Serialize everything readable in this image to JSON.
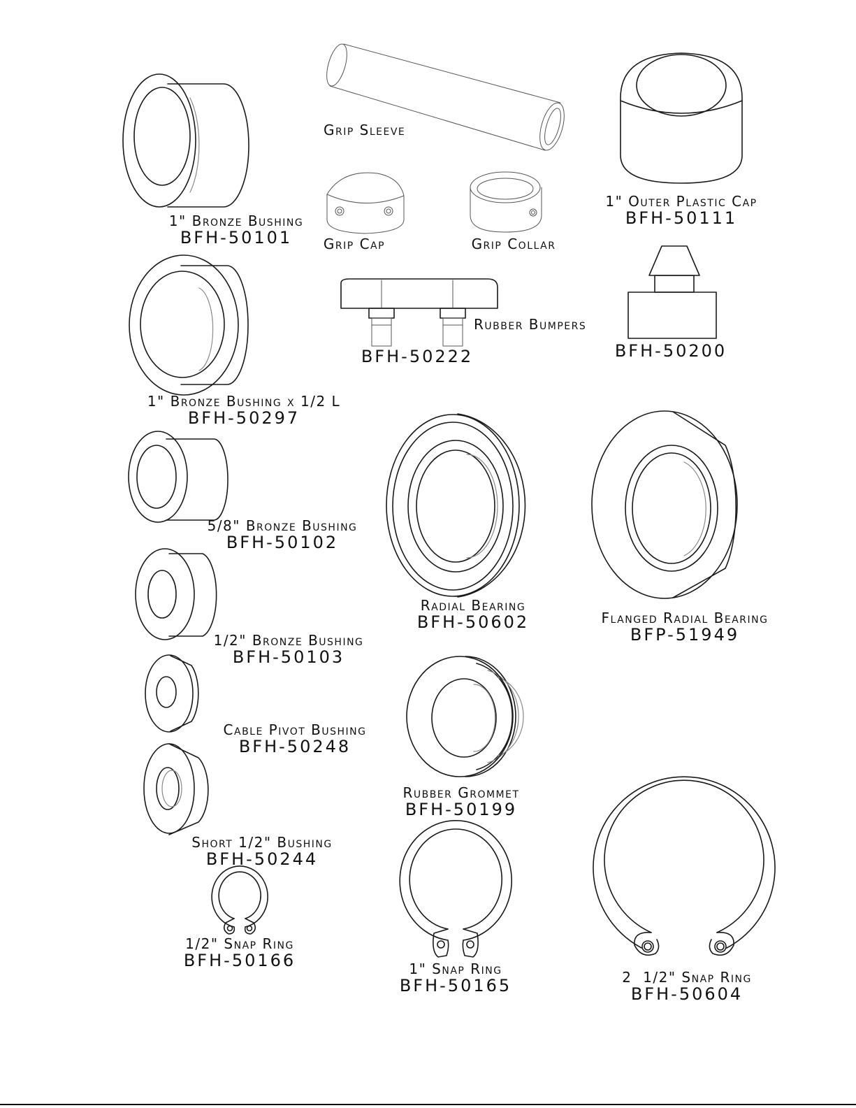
{
  "parts": [
    {
      "id": "bronze-bushing-1",
      "name": "1\" Bronze Bushing",
      "pn": "BFH-50101"
    },
    {
      "id": "grip-sleeve",
      "name": "Grip Sleeve",
      "pn": ""
    },
    {
      "id": "outer-plastic-cap",
      "name": "1\" Outer Plastic Cap",
      "pn": "BFH-50111"
    },
    {
      "id": "grip-cap",
      "name": "Grip Cap",
      "pn": ""
    },
    {
      "id": "grip-collar",
      "name": "Grip Collar",
      "pn": ""
    },
    {
      "id": "rubber-bumpers",
      "name": "Rubber Bumpers",
      "pn": ""
    },
    {
      "id": "bumper-50222",
      "name": "",
      "pn": "BFH-50222"
    },
    {
      "id": "bumper-50200",
      "name": "",
      "pn": "BFH-50200"
    },
    {
      "id": "bronze-bushing-1-half-l",
      "name": "1\" Bronze Bushing x 1/2 L",
      "pn": "BFH-50297"
    },
    {
      "id": "bronze-bushing-5-8",
      "name": "5/8\" Bronze Bushing",
      "pn": "BFH-50102"
    },
    {
      "id": "radial-bearing",
      "name": "Radial Bearing",
      "pn": "BFH-50602"
    },
    {
      "id": "flanged-radial-bearing",
      "name": "Flanged Radial Bearing",
      "pn": "BFP-51949"
    },
    {
      "id": "bronze-bushing-1-2",
      "name": "1/2\" Bronze Bushing",
      "pn": "BFH-50103"
    },
    {
      "id": "cable-pivot-bushing",
      "name": "Cable Pivot Bushing",
      "pn": "BFH-50248"
    },
    {
      "id": "rubber-grommet",
      "name": "Rubber Grommet",
      "pn": "BFH-50199"
    },
    {
      "id": "short-bushing",
      "name": "Short 1/2\" Bushing",
      "pn": "BFH-50244"
    },
    {
      "id": "snap-ring-1-2",
      "name": "1/2\" Snap Ring",
      "pn": "BFH-50166"
    },
    {
      "id": "snap-ring-1",
      "name": "1\" Snap Ring",
      "pn": "BFH-50165"
    },
    {
      "id": "snap-ring-2-1-2",
      "name": "2  1/2\" Snap Ring",
      "pn": "BFH-50604"
    }
  ]
}
